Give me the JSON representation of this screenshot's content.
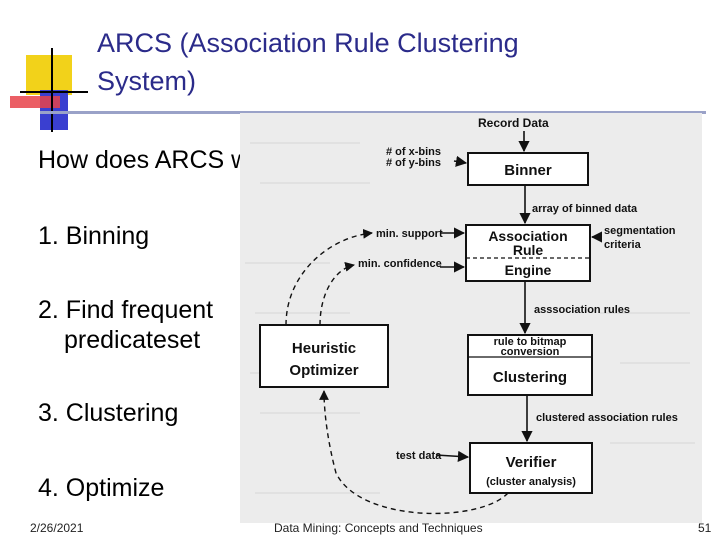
{
  "slide": {
    "title_line1": "ARCS (Association Rule Clustering",
    "title_line2": "System)",
    "question": "How does ARCS work?",
    "steps": [
      "1. Binning",
      "2. Find frequent",
      "predicateset",
      "3. Clustering",
      "4. Optimize"
    ]
  },
  "diagram": {
    "record_data": "Record Data",
    "x_bins": "# of x-bins",
    "y_bins": "# of y-bins",
    "binner": "Binner",
    "array_binned": "array of binned data",
    "min_support": "min. support",
    "min_confidence": "min. confidence",
    "ar_engine_line1": "Association",
    "ar_engine_line2": "Rule",
    "ar_engine_line3": "Engine",
    "segmentation": "segmentation",
    "criteria": "criteria",
    "association_rules": "asssociation rules",
    "rule_to_bitmap": "rule to bitmap",
    "conversion": "conversion",
    "clustering": "Clustering",
    "heuristic": "Heuristic",
    "optimizer": "Optimizer",
    "clustered_rules": "clustered association rules",
    "test_data": "test data",
    "verifier": "Verifier",
    "cluster_analysis": "(cluster analysis)"
  },
  "footer": {
    "date": "2/26/2021",
    "course": "Data Mining: Concepts and Techniques",
    "page": "51"
  },
  "colors": {
    "title": "#2b2b8a",
    "logo_yellow": "#f2d21a",
    "logo_red": "#e8434a",
    "logo_blue": "#3a3fd0",
    "scan_bg": "#ececec"
  }
}
